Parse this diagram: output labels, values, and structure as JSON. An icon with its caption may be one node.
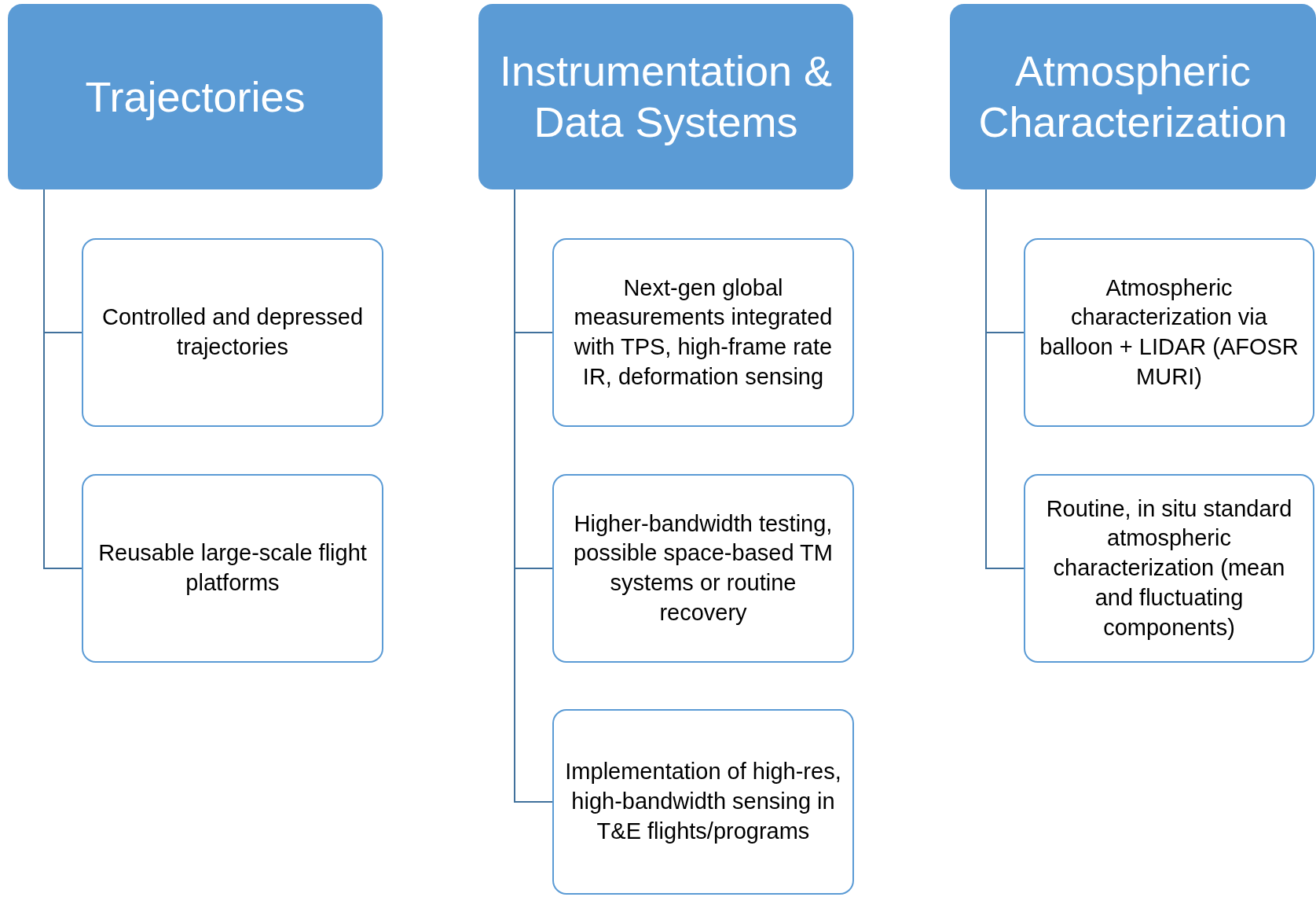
{
  "diagram": {
    "nodes": [
      {
        "text": [
          "Trajectories"
        ]
      },
      {
        "text": [
          "Controlled and depressed trajectories"
        ]
      },
      {
        "text": [
          "Reusable large-scale flight platforms"
        ]
      },
      {
        "text": [
          "Instrumentation & Data Systems"
        ]
      },
      {
        "text": [
          "Next-gen global measurements integrated with TPS, high-frame rate IR, deformation sensing"
        ]
      },
      {
        "text": [
          "Higher-bandwidth testing, possible space-based TM systems or routine recovery"
        ]
      },
      {
        "text": [
          "Implementation of high-res, high-bandwidth sensing in T&E flights/programs"
        ]
      },
      {
        "text": [
          "Atmospheric Characterization"
        ]
      },
      {
        "text": [
          "Atmospheric characterization via balloon + LIDAR (AFOSR MURI)"
        ]
      },
      {
        "text": [
          "Routine, in situ standard atmospheric characterization (mean and fluctuating components)"
        ]
      }
    ],
    "edges": [
      {
        "from": 0,
        "to": 1,
        "arrow": "none"
      },
      {
        "from": 0,
        "to": 2,
        "arrow": "none"
      },
      {
        "from": 3,
        "to": 4,
        "arrow": "none"
      },
      {
        "from": 3,
        "to": 5,
        "arrow": "none"
      },
      {
        "from": 3,
        "to": 6,
        "arrow": "none"
      },
      {
        "from": 7,
        "to": 8,
        "arrow": "none"
      },
      {
        "from": 7,
        "to": 9,
        "arrow": "none"
      }
    ]
  }
}
